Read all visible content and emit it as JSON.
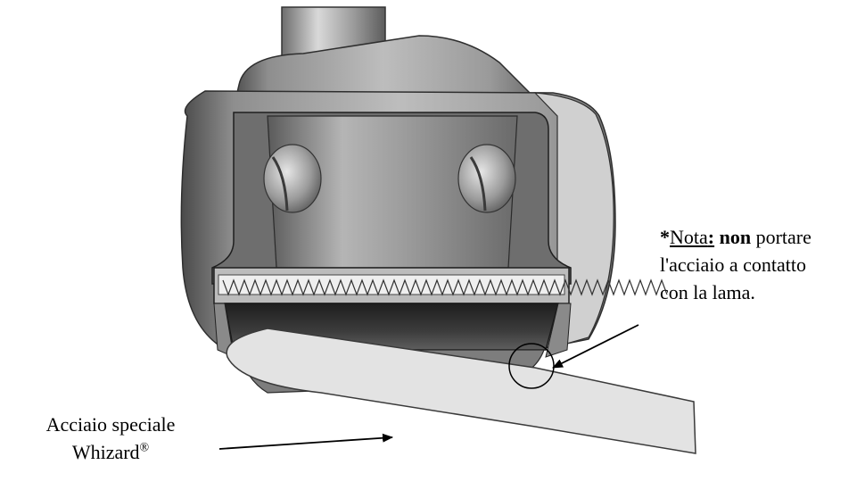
{
  "note": {
    "asterisk": "*",
    "word_nota": "Nota",
    "colon": ":",
    "word_non": "non",
    "rest_line1": " portare",
    "line2": "l'acciaio a contatto",
    "line3": "con la lama."
  },
  "steel_label": {
    "line1": "Acciaio speciale",
    "line2": "Whizard",
    "registered_mark": "®"
  }
}
